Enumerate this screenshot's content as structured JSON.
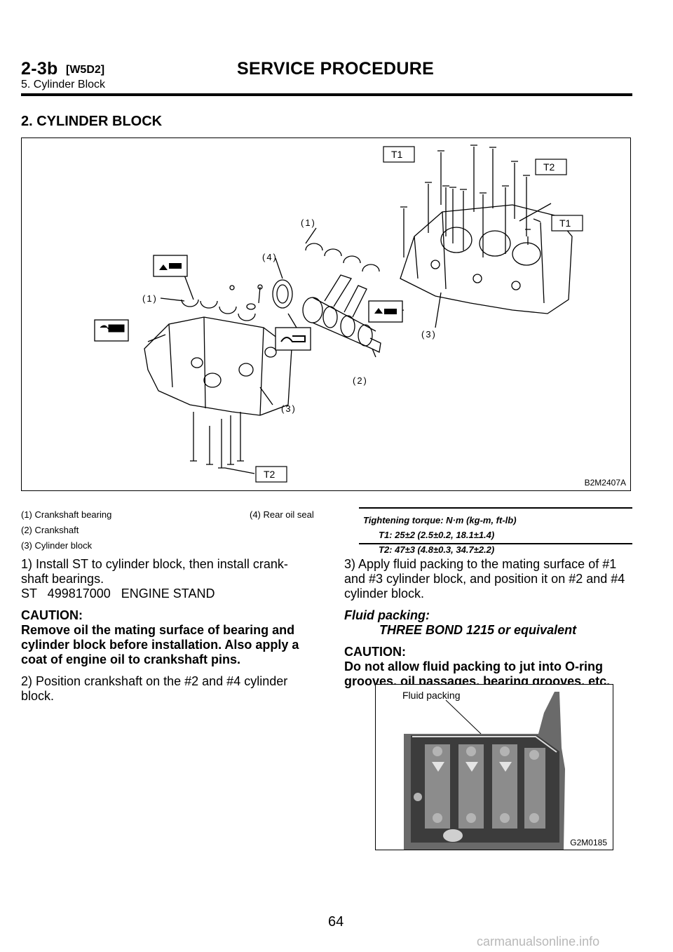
{
  "header": {
    "section_code": "2-3b",
    "model_tag": "[W5D2]",
    "title": "SERVICE PROCEDURE",
    "subtitle": "5. Cylinder Block"
  },
  "section_title": "2. CYLINDER BLOCK",
  "figure1": {
    "code": "B2M2407A",
    "labels": {
      "t1": "T1",
      "t2": "T2",
      "p1": "(1)",
      "p2": "(2)",
      "p3": "(3)",
      "p4": "(4)"
    },
    "icons": [
      "oil-can-icon",
      "fluid-packing-icon",
      "sealant-icon",
      "grease-icon"
    ]
  },
  "legend": {
    "items": [
      "(1)  Crankshaft bearing",
      "(2)  Crankshaft",
      "(3)  Cylinder block",
      "(4)  Rear oil seal"
    ]
  },
  "torque": {
    "heading": "Tightening torque: N·m (kg-m, ft-lb)",
    "t1": "T1: 25±2 (2.5±0.2, 18.1±1.4)",
    "t2": "T2: 47±3 (4.8±0.3, 34.7±2.2)"
  },
  "left_column": {
    "step1_line1": "1) Install ST to cylinder block, then install crank-",
    "step1_line2": "shaft bearings.",
    "st_line": "ST   499817000   ENGINE STAND",
    "caution_label": "CAUTION:",
    "caution_line1": "Remove oil the mating surface of bearing and",
    "caution_line2": "cylinder block before installation. Also apply a",
    "caution_line3": "coat of engine oil to crankshaft pins.",
    "step2_line1": "2) Position crankshaft on the #2 and #4 cylinder",
    "step2_line2": "block."
  },
  "right_column": {
    "step3_line1": "3) Apply fluid packing to the mating surface of #1",
    "step3_line2": "and #3 cylinder block, and position it on #2 and #4",
    "step3_line3": "cylinder block.",
    "fluid_label": "Fluid packing:",
    "fluid_value": "THREE BOND 1215 or equivalent",
    "caution_label": "CAUTION:",
    "caution_line1": "Do not allow fluid packing to jut into O-ring",
    "caution_line2": "grooves, oil passages, bearing grooves, etc."
  },
  "figure2": {
    "label": "Fluid packing",
    "code": "G2M0185"
  },
  "page_number": "64",
  "watermark": "carmanualsonline.info"
}
